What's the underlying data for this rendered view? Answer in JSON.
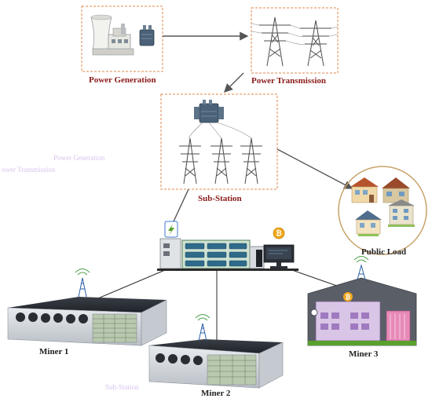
{
  "nodes": {
    "power_generation": "Power Generation",
    "power_transmission": "Power Transmission",
    "sub_station": "Sub-Station",
    "public_load": "Public Load",
    "miner_1": "Miner 1",
    "miner_2": "Miner 2",
    "miner_3": "Miner 3"
  },
  "ghost_text": {
    "power_generation": "Power Generation",
    "power_transmission": "ower Transmission",
    "sub_station": "Sub-Station"
  },
  "colors": {
    "box_border": "#e0874a",
    "label": "#8b1a1a",
    "ghost": "#d9c2ee",
    "arrow": "#555555",
    "bitcoin": "#f0a81f"
  },
  "icons": [
    "power-plant-icon",
    "transformer-icon",
    "transmission-tower-icon",
    "house-icon",
    "bitcoin-icon",
    "lightning-icon",
    "antenna-icon",
    "mining-rig-icon",
    "computer-icon"
  ]
}
